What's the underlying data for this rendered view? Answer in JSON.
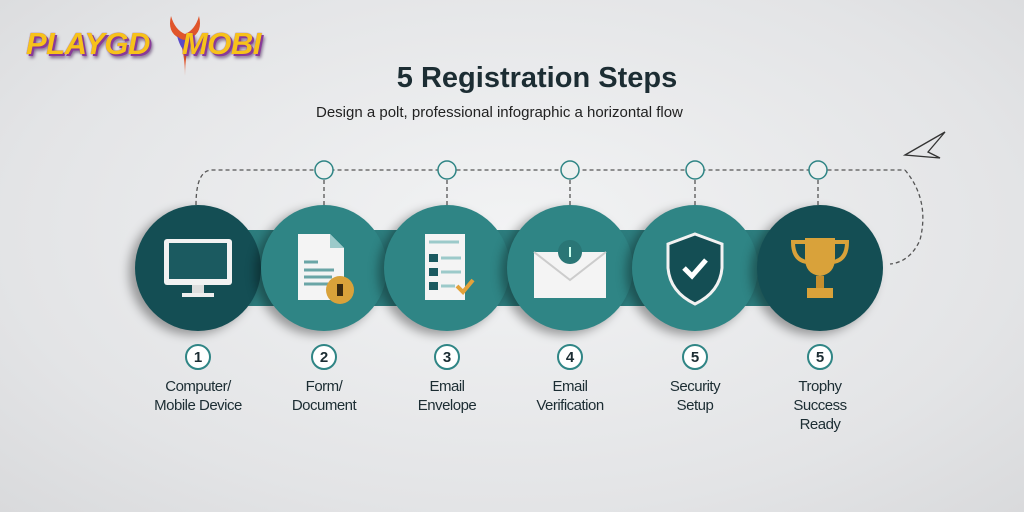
{
  "logo": {
    "left": "PLAYGD",
    "right": "MOBI"
  },
  "title": "5 Registration Steps",
  "subtitle": "Design a polt, professional infographic a horizontal flow",
  "steps": [
    {
      "number": "1",
      "line1": "Computer/",
      "line2": "Mobile Device",
      "line3": "",
      "icon": "monitor-icon"
    },
    {
      "number": "2",
      "line1": "Form/",
      "line2": "Document",
      "line3": "",
      "icon": "document-icon"
    },
    {
      "number": "3",
      "line1": "Email",
      "line2": "Envelope",
      "line3": "",
      "icon": "checklist-icon"
    },
    {
      "number": "4",
      "line1": "Email",
      "line2": "Verification",
      "line3": "",
      "icon": "envelope-icon"
    },
    {
      "number": "5",
      "line1": "Security",
      "line2": "Setup",
      "line3": "",
      "icon": "shield-check-icon"
    },
    {
      "number": "5",
      "line1": "Trophy",
      "line2": "Success",
      "line3": "Ready",
      "icon": "trophy-icon"
    }
  ],
  "colors": {
    "teal": "#2f8585",
    "dark_teal": "#144e54",
    "gold": "#d9a23a"
  }
}
